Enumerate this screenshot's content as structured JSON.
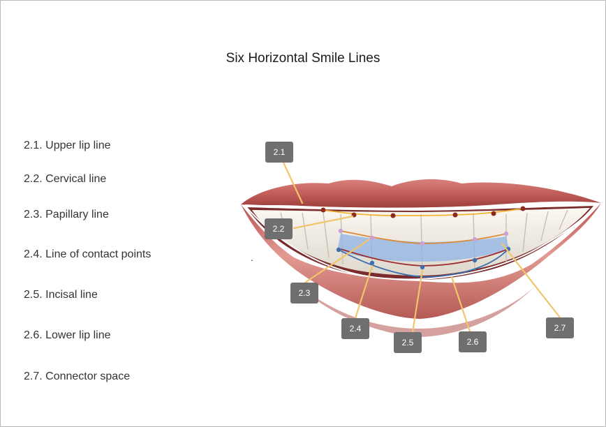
{
  "title": "Six Horizontal Smile Lines",
  "legend": [
    "2.1. Upper lip line",
    "2.2. Cervical line",
    "2.3. Papillary line",
    "2.4. Line of contact points",
    "2.5. Incisal line",
    "2.6. Lower lip line",
    "2.7. Connector space"
  ],
  "tags": [
    "2.1",
    "2.2",
    "2.3",
    "2.4",
    "2.5",
    "2.6",
    "2.7"
  ],
  "stray_mark": ".",
  "colors": {
    "lip": "#c96a66",
    "lip_shadow": "#8e3a3a",
    "teeth": "#f3f0ea",
    "connector_fill": "#8fb3e6",
    "leader": "#f2c46b",
    "tag_bg": "#6f6f6f",
    "upper_line": "#f2b233",
    "cervical_line": "#d98b3a",
    "papillary_line": "#b5421c",
    "contact_line": "#9a2f2f",
    "incisal_line": "#3c6fae",
    "lower_lip_line": "#ffffff"
  }
}
